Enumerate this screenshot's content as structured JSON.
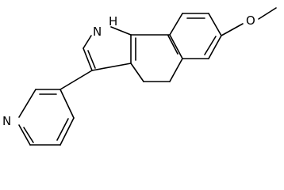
{
  "molecule": {
    "atom_labels": {
      "pyrrole_nitrogen": "N",
      "pyrrole_hydrogen": "H",
      "pyridine_nitrogen": "N",
      "ether_oxygen": "O"
    },
    "line_color": "#000000",
    "background_color": "#ffffff"
  }
}
